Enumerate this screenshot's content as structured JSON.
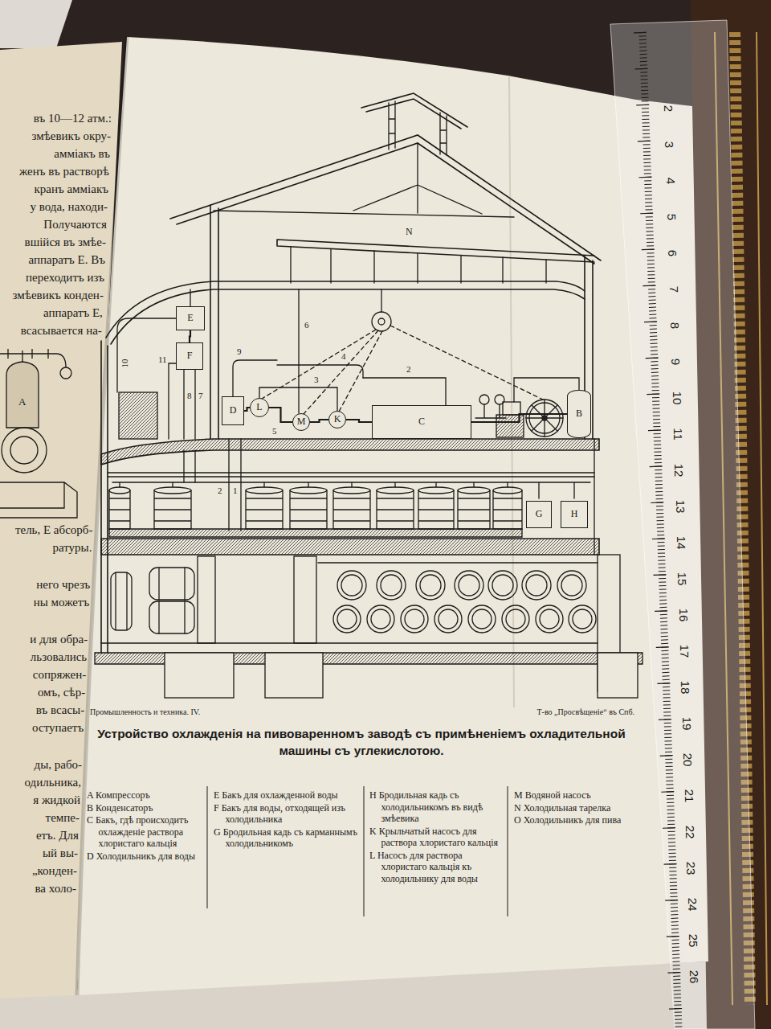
{
  "diagram": {
    "title": "Устройство охлажденія на пивоваренномъ заводѣ съ примѣненіемъ охладительной машины съ углекислотою.",
    "nodes": [
      {
        "text": [
          "E"
        ]
      },
      {
        "text": [
          "F"
        ]
      },
      {
        "text": [
          "D"
        ]
      },
      {
        "text": [
          "L"
        ]
      },
      {
        "text": [
          "M"
        ]
      },
      {
        "text": [
          "K"
        ]
      },
      {
        "text": [
          "C"
        ]
      },
      {
        "text": [
          "B"
        ]
      },
      {
        "text": [
          "G"
        ]
      },
      {
        "text": [
          "H"
        ]
      }
    ],
    "edges": [
      {
        "from": 0,
        "to": 1,
        "arrow": "none"
      },
      {
        "from": 2,
        "to": 3,
        "arrow": "none"
      },
      {
        "from": 3,
        "to": 4,
        "arrow": "none"
      },
      {
        "from": 4,
        "to": 5,
        "arrow": "none"
      },
      {
        "from": 5,
        "to": 6,
        "arrow": "none"
      },
      {
        "from": 6,
        "to": 7,
        "arrow": "none"
      }
    ],
    "labels": [
      "въ 10—12 атм.:",
      "змѣевикъ окру-",
      "амміакъ въ",
      "женъ въ растворѣ",
      "кранъ амміакъ",
      "у вода, находи-",
      "Получаются",
      "вшійся въ змѣе-",
      "аппаратъ E. Въ",
      "переходитъ изъ",
      "змѣевикъ конден-",
      "аппаратъ E,",
      "всасывается на-",
      "тель, E абсорб-",
      "ратуры.",
      "него чрезъ",
      "ны можетъ",
      "и для обра-",
      "льзовались",
      "сопряжен-",
      "омъ, сѣр-",
      "въ всасы-",
      "оступаетъ",
      "ды, рабо-",
      "одильника,",
      "я жидкой",
      "темпе-",
      "етъ. Для",
      "ый вы-",
      "„конден-",
      "ва холо-",
      "A",
      "N",
      "10",
      "11",
      "8",
      "7",
      "9",
      "6",
      "4",
      "3",
      "2",
      "5",
      "2",
      "1",
      "Промышленность и техника. IV.",
      "Т-во „Просвѣщеніе“ въ Спб.",
      "A Компрессоръ",
      "B Конденсаторъ",
      "C Бакъ, гдѣ происходитъ охлажденіе раствора хлористаго кальція",
      "D Холодильникъ для воды",
      "E Бакъ для охлажденной воды",
      "F Бакъ для воды, отходящей изъ холодильника",
      "G Бродильная кадь съ карманнымъ холодильникомъ",
      "H Бродильная кадь съ холодильникомъ въ видѣ змѣевика",
      "K Крыльчатый насосъ для раствора хлористаго кальція",
      "L Насосъ для раствора хлористаго кальція къ холодильнику для воды",
      "M Водяной насосъ",
      "N Холодильная тарелка",
      "O Холодильникъ для пива",
      "2",
      "3",
      "4",
      "5",
      "6",
      "7",
      "8",
      "9",
      "10",
      "11",
      "12",
      "13",
      "14",
      "15",
      "16",
      "17",
      "18",
      "19",
      "20",
      "21",
      "22",
      "23",
      "24",
      "25",
      "26"
    ]
  }
}
